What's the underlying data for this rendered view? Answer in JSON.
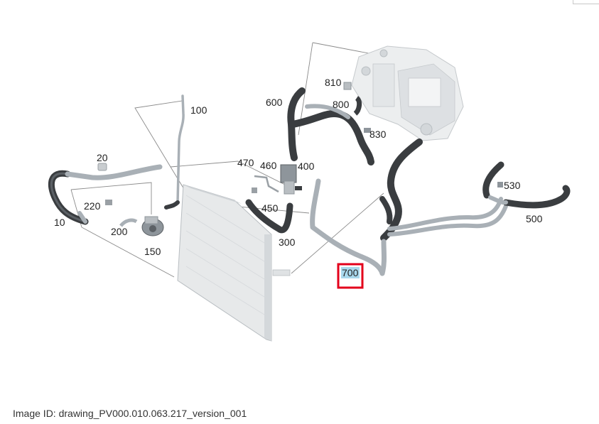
{
  "diagram": {
    "part_labels": {
      "p10": "10",
      "p20": "20",
      "p100": "100",
      "p150": "150",
      "p200": "200",
      "p220": "220",
      "p300": "300",
      "p400": "400",
      "p450": "450",
      "p460": "460",
      "p470": "470",
      "p500": "500",
      "p530": "530",
      "p600": "600",
      "p700": "700",
      "p800": "800",
      "p810": "810",
      "p830": "830"
    },
    "highlighted_part": "700",
    "colors": {
      "highlight_box": "#e3001b",
      "highlight_fill": "#a8d8ec",
      "hose_dark": "#3a3d40",
      "pipe_light": "#a9b0b6",
      "part_light": "#dfe2e4",
      "leader_line": "#8a8a8a"
    }
  },
  "footer": {
    "image_id": "Image ID: drawing_PV000.010.063.217_version_001"
  }
}
